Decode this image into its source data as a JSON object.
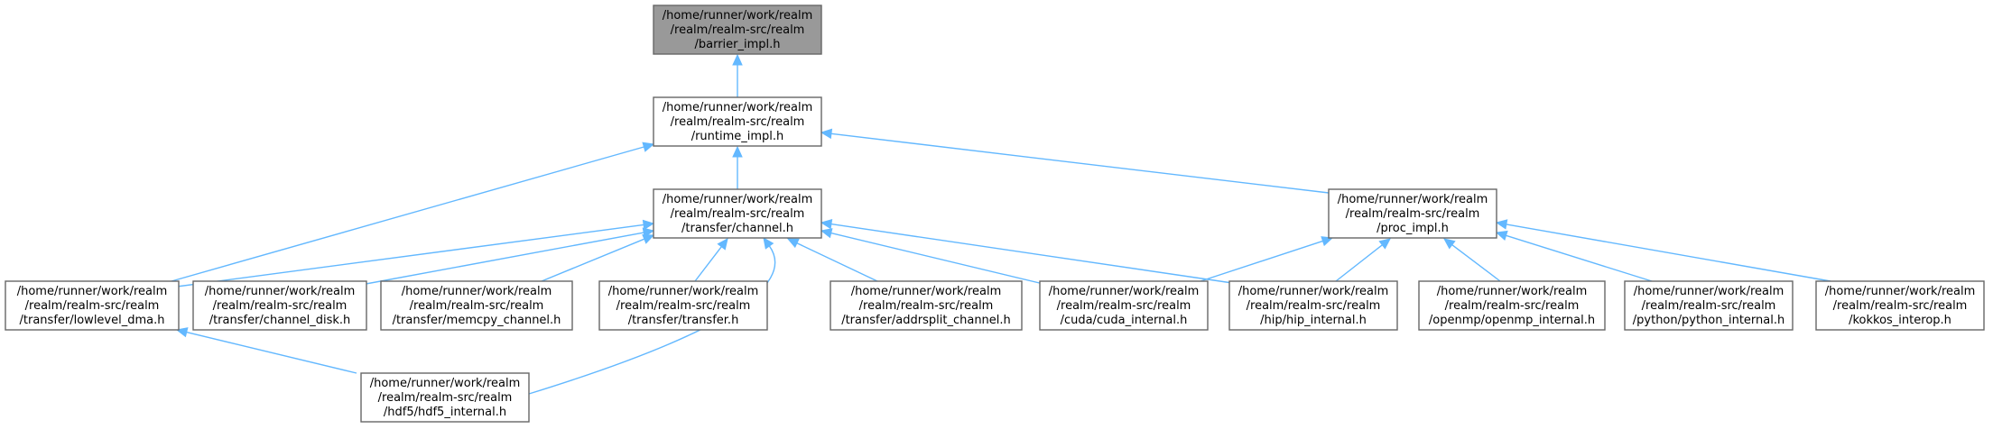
{
  "nodes": [
    {
      "id": "barrier_impl",
      "lines": [
        "/home/runner/work/realm",
        "/realm/realm-src/realm",
        "/barrier_impl.h"
      ],
      "highlight": true
    },
    {
      "id": "runtime_impl",
      "lines": [
        "/home/runner/work/realm",
        "/realm/realm-src/realm",
        "/runtime_impl.h"
      ]
    },
    {
      "id": "channel",
      "lines": [
        "/home/runner/work/realm",
        "/realm/realm-src/realm",
        "/transfer/channel.h"
      ]
    },
    {
      "id": "proc_impl",
      "lines": [
        "/home/runner/work/realm",
        "/realm/realm-src/realm",
        "/proc_impl.h"
      ]
    },
    {
      "id": "lowlevel_dma",
      "lines": [
        "/home/runner/work/realm",
        "/realm/realm-src/realm",
        "/transfer/lowlevel_dma.h"
      ]
    },
    {
      "id": "channel_disk",
      "lines": [
        "/home/runner/work/realm",
        "/realm/realm-src/realm",
        "/transfer/channel_disk.h"
      ]
    },
    {
      "id": "memcpy_channel",
      "lines": [
        "/home/runner/work/realm",
        "/realm/realm-src/realm",
        "/transfer/memcpy_channel.h"
      ]
    },
    {
      "id": "transfer",
      "lines": [
        "/home/runner/work/realm",
        "/realm/realm-src/realm",
        "/transfer/transfer.h"
      ]
    },
    {
      "id": "addrsplit_channel",
      "lines": [
        "/home/runner/work/realm",
        "/realm/realm-src/realm",
        "/transfer/addrsplit_channel.h"
      ]
    },
    {
      "id": "cuda_internal",
      "lines": [
        "/home/runner/work/realm",
        "/realm/realm-src/realm",
        "/cuda/cuda_internal.h"
      ]
    },
    {
      "id": "hip_internal",
      "lines": [
        "/home/runner/work/realm",
        "/realm/realm-src/realm",
        "/hip/hip_internal.h"
      ]
    },
    {
      "id": "openmp_internal",
      "lines": [
        "/home/runner/work/realm",
        "/realm/realm-src/realm",
        "/openmp/openmp_internal.h"
      ]
    },
    {
      "id": "python_internal",
      "lines": [
        "/home/runner/work/realm",
        "/realm/realm-src/realm",
        "/python/python_internal.h"
      ]
    },
    {
      "id": "kokkos_interop",
      "lines": [
        "/home/runner/work/realm",
        "/realm/realm-src/realm",
        "/kokkos_interop.h"
      ]
    },
    {
      "id": "hdf5_internal",
      "lines": [
        "/home/runner/work/realm",
        "/realm/realm-src/realm",
        "/hdf5/hdf5_internal.h"
      ]
    }
  ],
  "edges": [
    {
      "from": "runtime_impl",
      "to": "barrier_impl"
    },
    {
      "from": "channel",
      "to": "runtime_impl"
    },
    {
      "from": "proc_impl",
      "to": "runtime_impl"
    },
    {
      "from": "lowlevel_dma",
      "to": "runtime_impl"
    },
    {
      "from": "lowlevel_dma",
      "to": "channel"
    },
    {
      "from": "channel_disk",
      "to": "channel"
    },
    {
      "from": "memcpy_channel",
      "to": "channel"
    },
    {
      "from": "transfer",
      "to": "channel"
    },
    {
      "from": "addrsplit_channel",
      "to": "channel"
    },
    {
      "from": "cuda_internal",
      "to": "channel"
    },
    {
      "from": "hip_internal",
      "to": "channel"
    },
    {
      "from": "hdf5_internal",
      "to": "channel"
    },
    {
      "from": "cuda_internal",
      "to": "proc_impl"
    },
    {
      "from": "hip_internal",
      "to": "proc_impl"
    },
    {
      "from": "openmp_internal",
      "to": "proc_impl"
    },
    {
      "from": "python_internal",
      "to": "proc_impl"
    },
    {
      "from": "kokkos_interop",
      "to": "proc_impl"
    },
    {
      "from": "hdf5_internal",
      "to": "lowlevel_dma"
    }
  ],
  "colors": {
    "edge": "#63b8ff",
    "node_fill": "#ffffff",
    "node_highlight_fill": "#999999",
    "node_border": "#666666"
  }
}
